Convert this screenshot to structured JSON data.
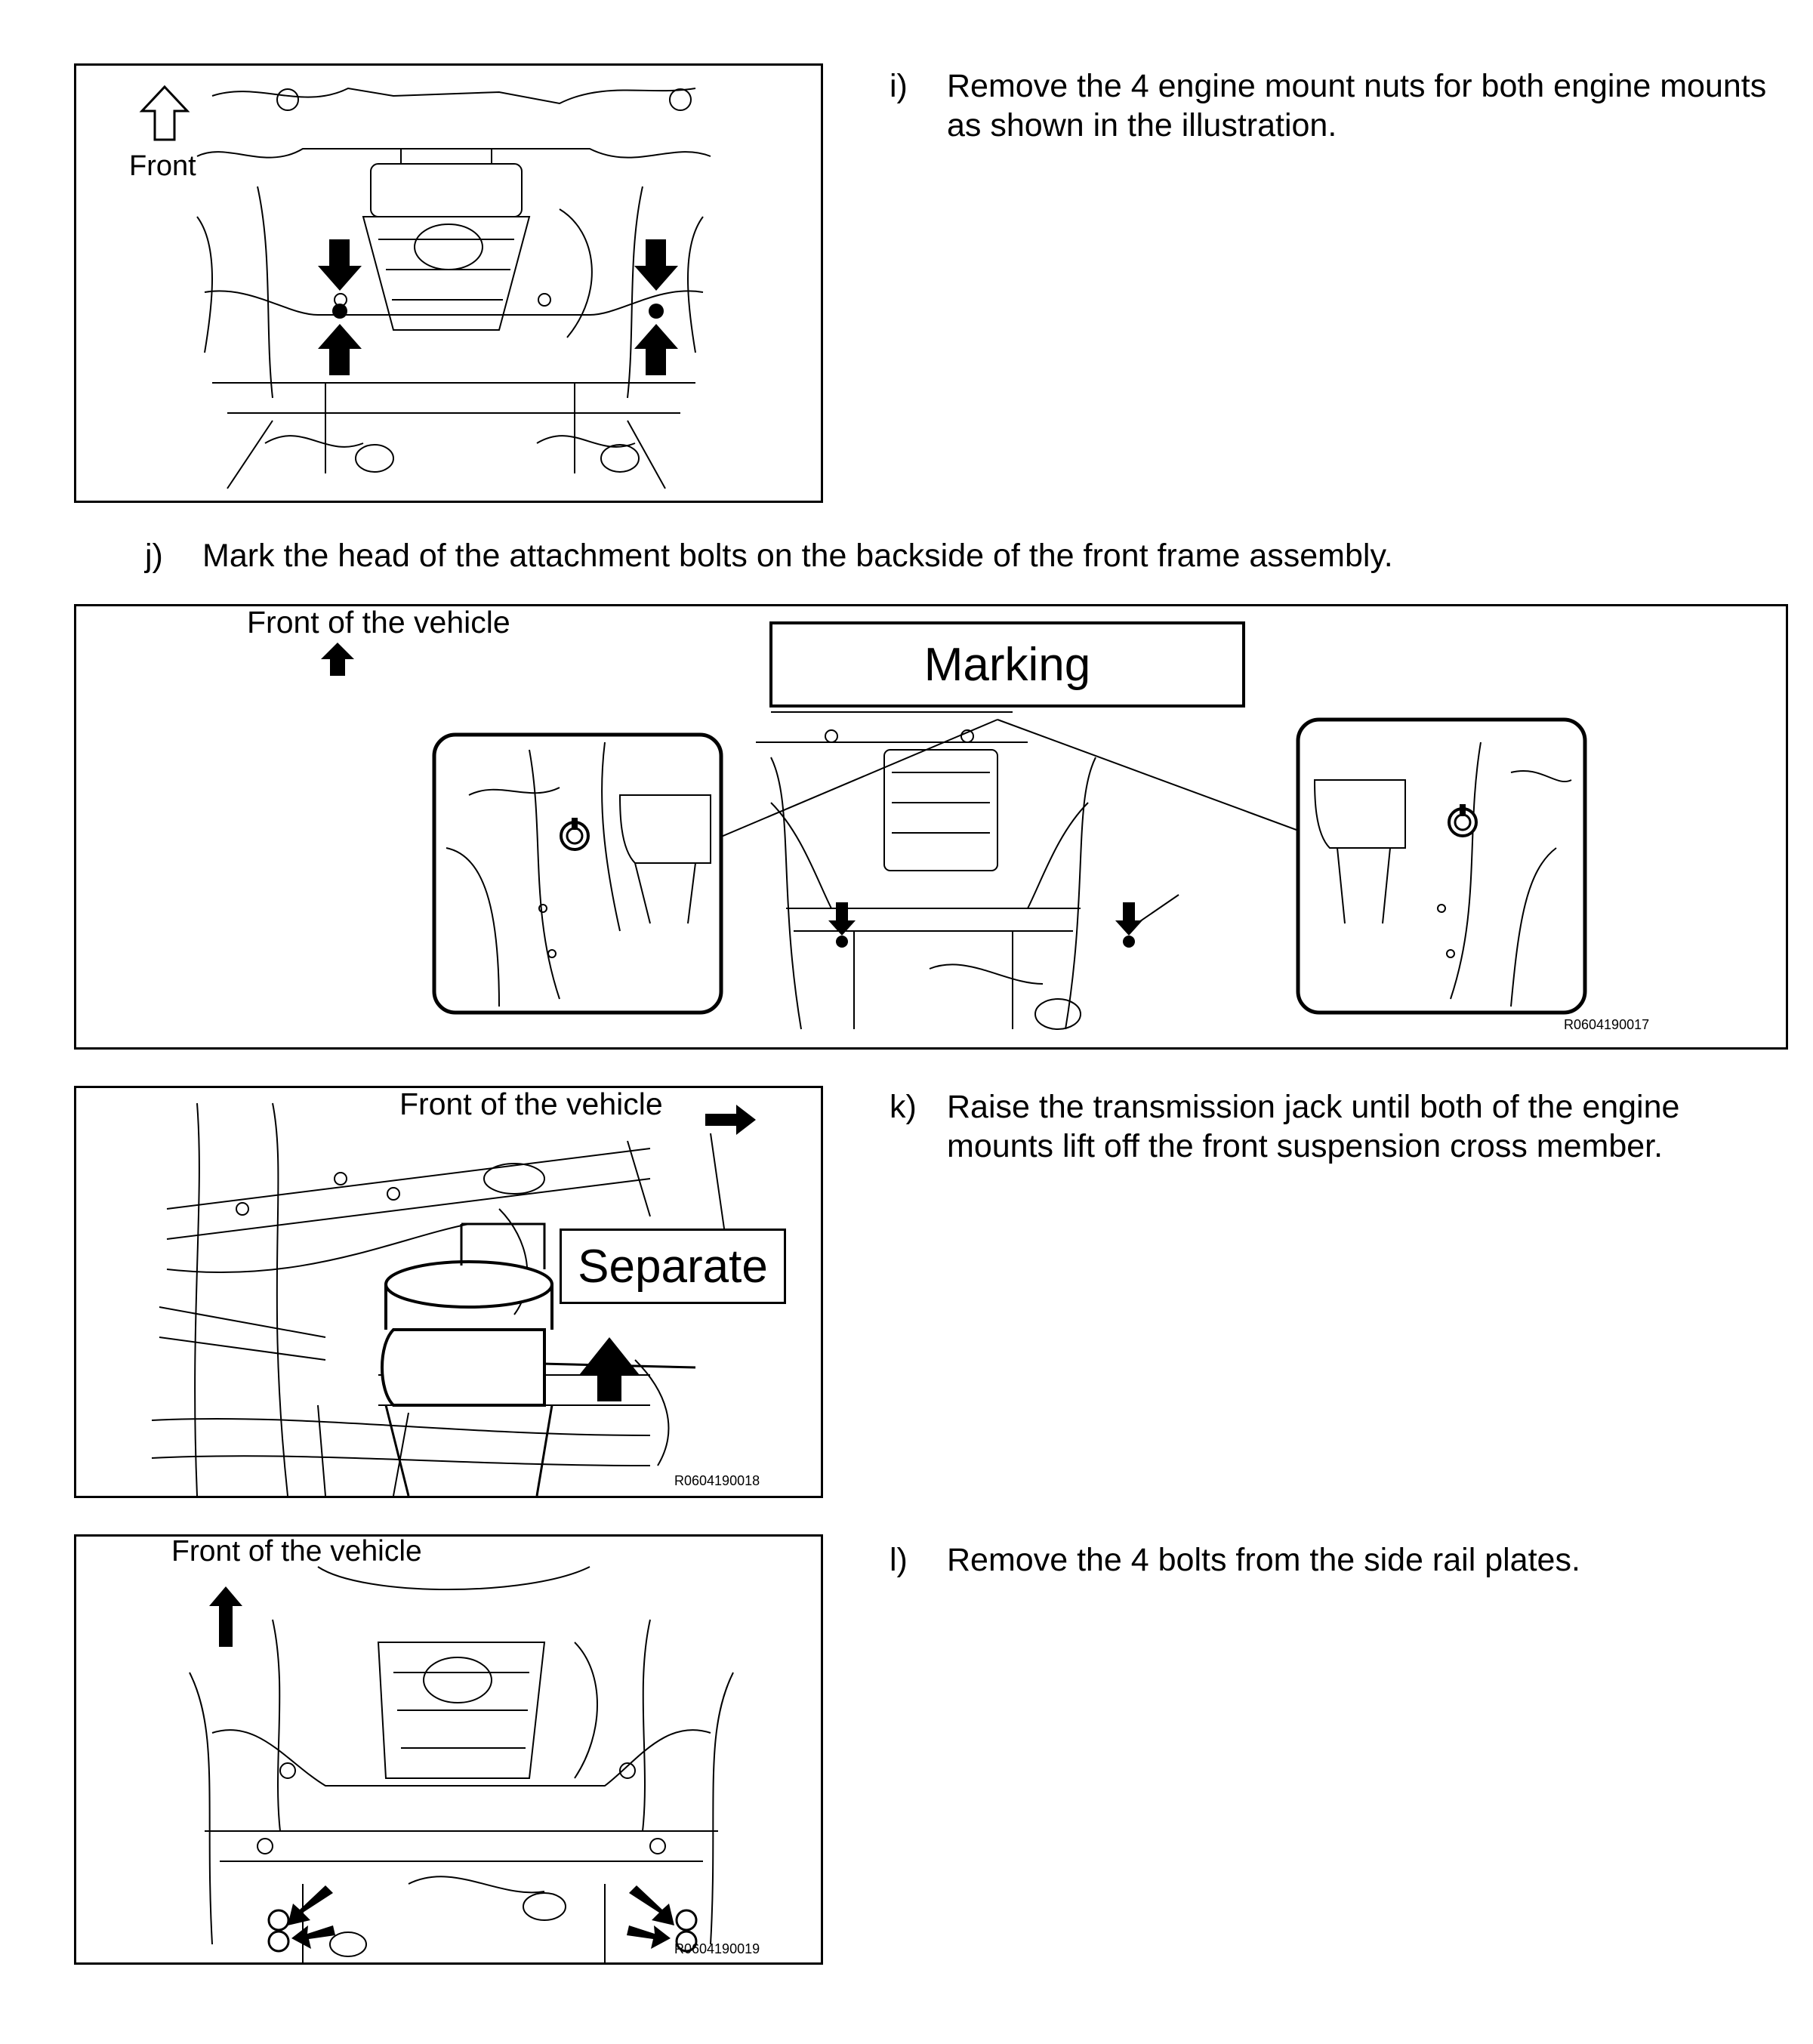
{
  "steps": {
    "i": {
      "letter": "i)",
      "text": "Remove the 4 engine mount nuts for both engine mounts as shown in the illustration."
    },
    "j": {
      "letter": "j)",
      "text": "Mark the head of the attachment bolts on the backside of the front frame assembly."
    },
    "k": {
      "letter": "k)",
      "text": "Raise the transmission jack until both of the engine mounts lift off the front suspension cross member."
    },
    "l": {
      "letter": "l)",
      "text": "Remove the 4 bolts from the side rail plates."
    }
  },
  "figures": {
    "fig1": {
      "front_label": "Front"
    },
    "fig2": {
      "front_label": "Front of the vehicle",
      "callout": "Marking",
      "code": "R0604190017"
    },
    "fig3": {
      "front_label": "Front of the vehicle",
      "callout": "Separate",
      "code": "R0604190018"
    },
    "fig4": {
      "front_label": "Front of the vehicle",
      "code": "R0604190019"
    }
  }
}
